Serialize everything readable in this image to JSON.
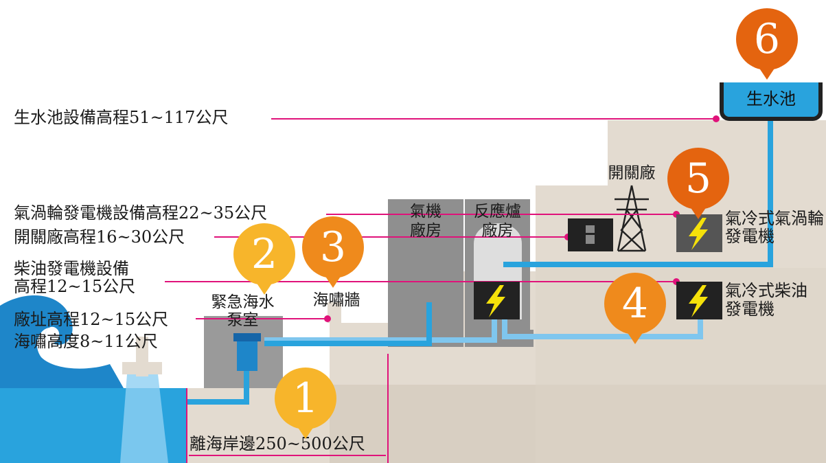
{
  "labels": {
    "pond_elevation": "生水池設備高程51~117公尺",
    "turbine_elevation": "氣渦輪發電機設備高程22~35公尺",
    "switchyard_elevation": "開關廠高程16~30公尺",
    "diesel_elevation_line1": "柴油發電機設備",
    "diesel_elevation_line2": "高程12~15公尺",
    "site_elevation": "廠址高程12~15公尺",
    "tsunami_height": "海嘯高度8~11公尺",
    "shore_distance": "離海岸邊250~500公尺"
  },
  "buildings": {
    "pump_room_line1": "緊急海水",
    "pump_room_line2": "泵室",
    "seawall": "海嘯牆",
    "turbine_building_line1": "氣機",
    "turbine_building_line2": "廠房",
    "reactor_building_line1": "反應爐",
    "reactor_building_line2": "廠房",
    "switchyard": "開關廠",
    "gas_turbine_gen_line1": "氣冷式氣渦輪",
    "gas_turbine_gen_line2": "發電機",
    "diesel_gen_line1": "氣冷式柴油",
    "diesel_gen_line2": "發電機",
    "raw_water_pond": "生水池"
  },
  "badges": [
    "1",
    "2",
    "3",
    "4",
    "5",
    "6"
  ],
  "colors": {
    "badge_yellow": "#f7b52b",
    "badge_orange": "#ef8a1c",
    "badge_red": "#e4640f",
    "leader_line": "#e0127a",
    "water_pipe": "#29a3dd",
    "light_pipe": "#7fc6ee",
    "terrain": "#e3dbd0",
    "building_gray": "#8f8f8f"
  }
}
